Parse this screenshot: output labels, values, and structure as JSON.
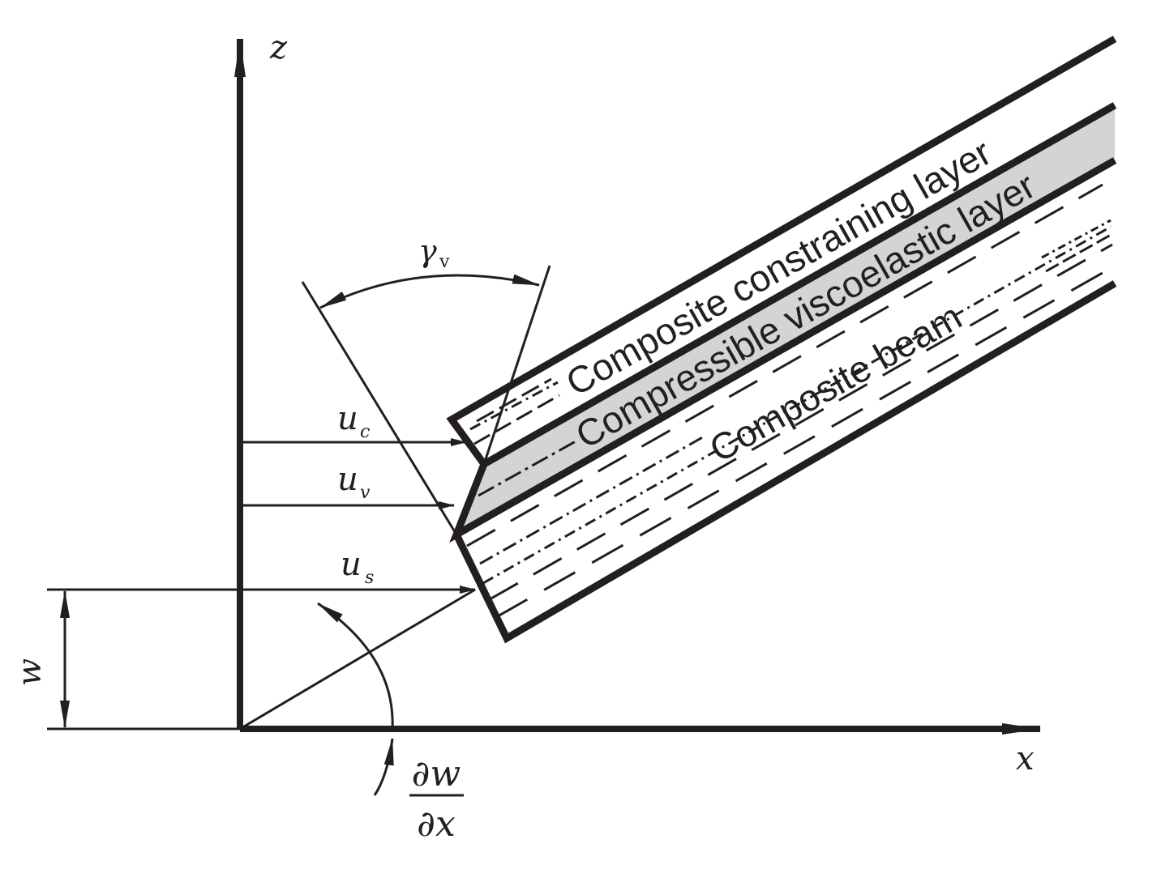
{
  "axes": {
    "z_label": "z",
    "x_label": "x"
  },
  "symbols": {
    "gamma_main": "γ",
    "gamma_sub": "v",
    "uc_main": "u",
    "uc_sub": "c",
    "uv_main": "u",
    "uv_sub": "v",
    "us_main": "u",
    "us_sub": "s",
    "w": "w",
    "dw_num": "∂w",
    "dw_den": "∂x"
  },
  "layers": {
    "constraining": "Composite constraining layer",
    "viscoelastic": "Compressible viscoelastic layer",
    "beam": "Composite beam"
  },
  "colors": {
    "ink": "#231f20",
    "viscoelastic_fill": "#d4d4d4"
  }
}
